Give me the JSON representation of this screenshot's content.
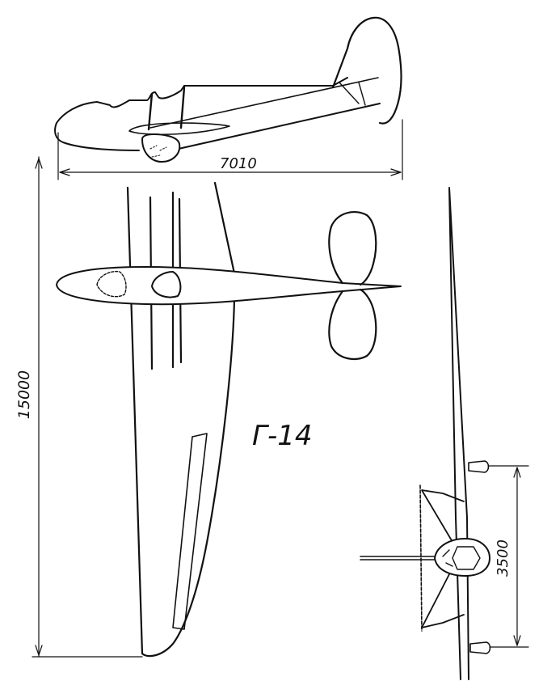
{
  "drawing": {
    "designation": "Г-14",
    "dimensions": {
      "length": "7010",
      "wingspan": "15000",
      "front_dimension": "3500"
    }
  }
}
